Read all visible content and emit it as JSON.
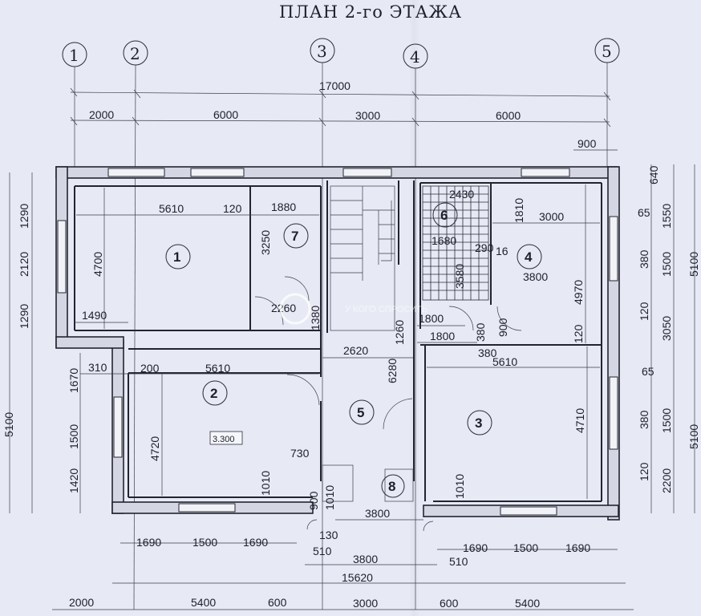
{
  "title": "ПЛАН 2-го ЭТАЖА",
  "axes": [
    "1",
    "2",
    "3",
    "4",
    "5"
  ],
  "top_dims": {
    "overall": "17000",
    "segments": [
      "2000",
      "6000",
      "3000",
      "6000"
    ],
    "offset": "900"
  },
  "bottom_dims": {
    "row1_left": [
      "1690",
      "1500",
      "1690"
    ],
    "row1_right": [
      "1690",
      "1500",
      "1690"
    ],
    "small": [
      "130",
      "510",
      "510"
    ],
    "mid": "3800",
    "overall": "15620",
    "row3": [
      "2000",
      "5400",
      "600",
      "3000",
      "600",
      "5400"
    ]
  },
  "left_dims": {
    "outer": [
      "1290",
      "2120",
      "1290",
      "1670",
      "1500",
      "1420"
    ],
    "total": "5100"
  },
  "right_dims": {
    "outer": [
      "640",
      "1550",
      "1500",
      "3050",
      "1500",
      "2200"
    ],
    "total_upper": "5100",
    "total_lower": "5100",
    "inner": [
      "65",
      "380",
      "120",
      "65",
      "380",
      "120"
    ]
  },
  "rooms": [
    {
      "id": "room-1",
      "number": "1"
    },
    {
      "id": "room-2",
      "number": "2"
    },
    {
      "id": "room-3",
      "number": "3"
    },
    {
      "id": "room-4",
      "number": "4"
    },
    {
      "id": "room-5",
      "number": "5"
    },
    {
      "id": "room-6",
      "number": "6"
    },
    {
      "id": "room-7",
      "number": "7"
    },
    {
      "id": "room-8",
      "number": "8"
    }
  ],
  "interior_dims": {
    "r1_w": "5610",
    "r1_a": "120",
    "r1_b": "1880",
    "r1_h": "4700",
    "r1_c": "1490",
    "r7_h": "3250",
    "r7_w": "2260",
    "stair_h": "1380",
    "stair_b": "1260",
    "r6_a": "2430",
    "r6_b": "1680",
    "r6_c": "1810",
    "r6_d": "3580",
    "r6_e": "290",
    "r6_f": "16",
    "r4_w": "3000",
    "r4_b": "3800",
    "r4_h": "4970",
    "r4_c": "120",
    "corr_a": "1800",
    "corr_b": "1800",
    "corr_c": "900",
    "corr_d": "380",
    "corr_e": "380",
    "r2_a": "310",
    "r2_b": "200",
    "r2_w": "5610",
    "r2_h": "4720",
    "level": "3.300",
    "r2_c": "730",
    "r2_d": "1010",
    "r5_w": "2620",
    "r5_h": "6280",
    "r5_a": "900",
    "r5_b": "1010",
    "r5_c": "3800",
    "r3_w": "5610",
    "r3_h": "4710",
    "r3_a": "1010"
  },
  "watermark": "У КОГО\nСПРОСИТЬ"
}
